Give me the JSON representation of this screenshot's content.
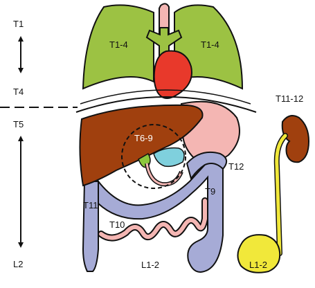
{
  "labels": {
    "left_t1": "T1",
    "left_t4": "T4",
    "left_t5": "T5",
    "left_l2": "L2",
    "lung_left": "T1-4",
    "lung_right": "T1-4",
    "liver_t6_9": "T6-9",
    "t12": "T12",
    "t9": "T9",
    "t11": "T11",
    "t10": "T10",
    "l1_2_colon": "L1-2",
    "kidney_t11_12": "T11-12",
    "l1_2_bladder": "L1-2"
  },
  "colors": {
    "lung": "#9cc243",
    "heart": "#e8392b",
    "liver": "#a0400e",
    "stomach": "#f4b6b3",
    "intestine": "#f4b6b3",
    "colon": "#a6abd6",
    "gallbladder_green": "#8cc83c",
    "pancreas_cyan": "#7fd0dd",
    "kidney": "#a0400e",
    "ureter_bladder": "#f1e83a",
    "outline": "#111111"
  }
}
